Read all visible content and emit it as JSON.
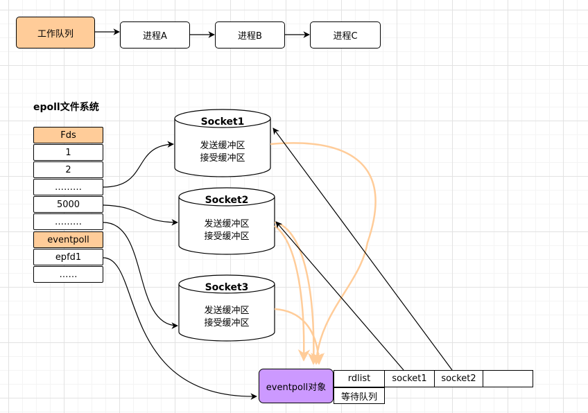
{
  "work_queue": {
    "label": "工作队列",
    "processes": [
      "进程A",
      "进程B",
      "进程C"
    ]
  },
  "epoll_fs": {
    "title": "epoll文件系统",
    "cells": [
      "Fds",
      "1",
      "2",
      "………",
      "5000",
      "………",
      "eventpoll",
      "epfd1",
      "……"
    ]
  },
  "sockets": [
    {
      "title": "Socket1",
      "line1": "发送缓冲区",
      "line2": "接受缓冲区"
    },
    {
      "title": "Socket2",
      "line1": "发送缓冲区",
      "line2": "接受缓冲区"
    },
    {
      "title": "Socket3",
      "line1": "发送缓冲区",
      "line2": "接受缓冲区"
    }
  ],
  "eventpoll_object": {
    "label": "eventpoll对象",
    "rdlist": "rdlist",
    "wait_queue": "等待队列",
    "rdlist_items": [
      "socket1",
      "socket2",
      ""
    ]
  },
  "colors": {
    "orange_fill": "#ffcc99",
    "purple_fill": "#cc99ff",
    "orange_arrow": "#ffcc99"
  }
}
